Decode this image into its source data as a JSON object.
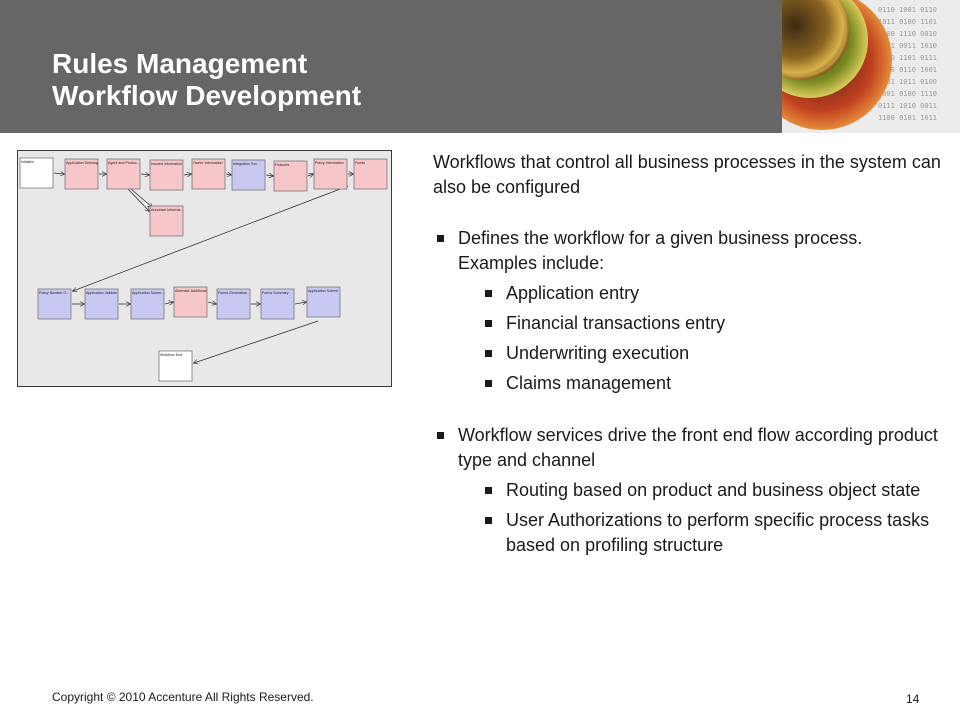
{
  "header": {
    "title_line1": "Rules Management",
    "title_line2": "Workflow Development",
    "band_color": "#666666"
  },
  "diagram": {
    "nodes": {
      "initialize": "Initialize",
      "application_defining": "Application Defining",
      "agent_and_product": "Agent and Produc...",
      "insured_information": "Insured Information",
      "owner_information": "Owner Information",
      "integration_svc": "Integration Svc",
      "features": "Features",
      "policy_information": "Policy Information",
      "funds": "Funds",
      "annuitant_information": "Annuitant Informat...",
      "policy_number": "Policy Number G...",
      "application_validate": "Application Validate",
      "application_summary": "Application Summ...",
      "alternate_additional": "Alternate-Additional",
      "forms_generation": "Forms Generation",
      "forms_summary": "Forms Summary",
      "application_submit": "Application Submit",
      "workflow_end": "Workflow End"
    },
    "colors": {
      "pink": "#f7c6c9",
      "lavender": "#c9c8f2",
      "white": "#ffffff"
    }
  },
  "content": {
    "intro": "Workflows that control all business processes in the system can also be configured",
    "sections": [
      {
        "text": "Defines the workflow for a given business process.  Examples include:",
        "items": [
          "Application entry",
          "Financial transactions entry",
          "Underwriting execution",
          "Claims management"
        ]
      },
      {
        "text": "Workflow services drive the front end flow according product type and channel",
        "items": [
          "Routing based on product and business object state",
          "User Authorizations to perform specific process tasks based on profiling structure"
        ]
      }
    ]
  },
  "footer": {
    "copyright": "Copyright © 2010 Accenture All Rights Reserved.",
    "page_number": "14"
  }
}
